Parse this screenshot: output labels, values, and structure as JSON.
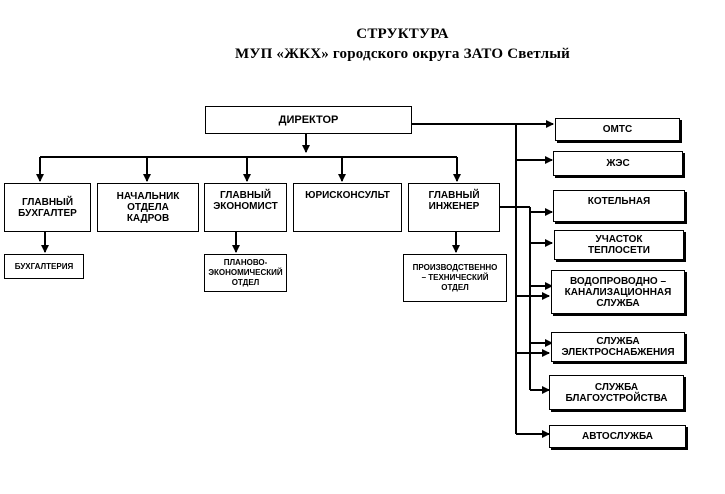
{
  "title": {
    "line1": "СТРУКТУРА",
    "line2": "МУП «ЖКХ»  городского округа ЗАТО Светлый"
  },
  "director": "ДИРЕКТОР",
  "departments": [
    {
      "id": "chief-accountant",
      "label": "ГЛАВНЫЙ\nБУХГАЛТЕР"
    },
    {
      "id": "hr-head",
      "label": "НАЧАЛЬНИК\nОТДЕЛА\nКАДРОВ"
    },
    {
      "id": "chief-economist",
      "label": "ГЛАВНЫЙ\nЭКОНОМИСТ"
    },
    {
      "id": "legal-counsel",
      "label": "ЮРИСКОНСУЛЬТ"
    },
    {
      "id": "chief-engineer",
      "label": "ГЛАВНЫЙ\nИНЖЕНЕР"
    }
  ],
  "sub_departments": {
    "accounting": "БУХГАЛТЕРИЯ",
    "planning": "ПЛАНОВО-\nЭКОНОМИЧЕСКИЙ\nОТДЕЛ",
    "production": "ПРОИЗВОДСТВЕННО\n– ТЕХНИЧЕСКИЙ\nОТДЕЛ"
  },
  "services": [
    {
      "id": "omts",
      "label": "ОМТС"
    },
    {
      "id": "zhes",
      "label": "ЖЭС"
    },
    {
      "id": "boiler",
      "label": "КОТЕЛЬНАЯ"
    },
    {
      "id": "heating",
      "label": "УЧАСТОК\nТЕПЛОСЕТИ"
    },
    {
      "id": "water",
      "label": "ВОДОПРОВОДНО –\nКАНАЛИЗАЦИОННАЯ\nСЛУЖБА"
    },
    {
      "id": "power",
      "label": "СЛУЖБА\nЭЛЕКТРОСНАБЖЕНИЯ"
    },
    {
      "id": "landscaping",
      "label": "СЛУЖБА\nБЛАГОУСТРОЙСТВА"
    },
    {
      "id": "autoservice",
      "label": "АВТОСЛУЖБА"
    }
  ]
}
